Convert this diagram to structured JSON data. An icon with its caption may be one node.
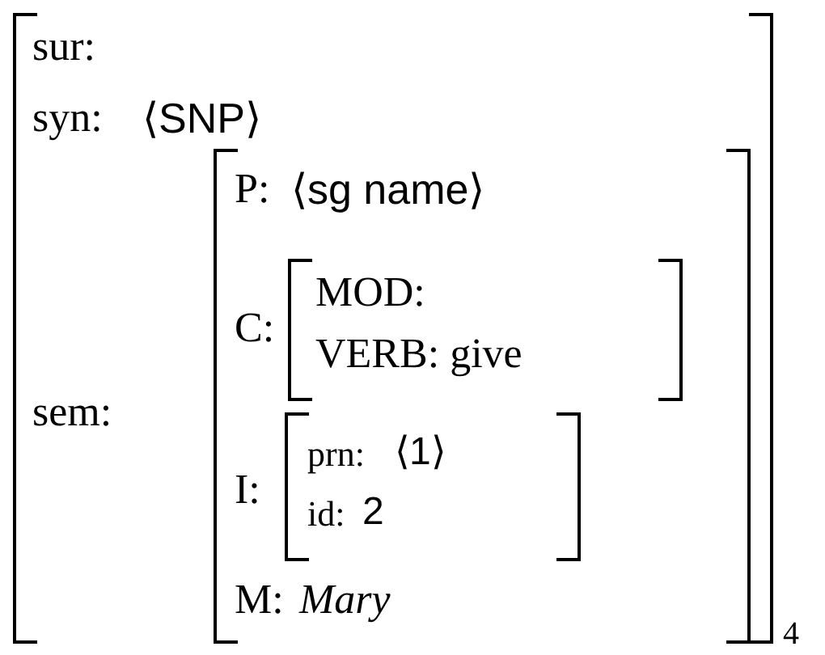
{
  "diagram": {
    "nodes": [
      {
        "text": [
          "sur:",
          "syn:",
          "⟨SNP⟩",
          "sem:"
        ],
        "beside": [
          "4"
        ]
      },
      {
        "text": [
          "P:",
          "⟨sg name⟩",
          "C:",
          "I:",
          "M:",
          "Mary"
        ],
        "in": 0
      },
      {
        "text": [
          "MOD:",
          "VERB: give"
        ],
        "in": 1
      },
      {
        "text": [
          "prn:",
          "⟨1⟩",
          "id:",
          "2"
        ],
        "in": 1
      }
    ]
  }
}
